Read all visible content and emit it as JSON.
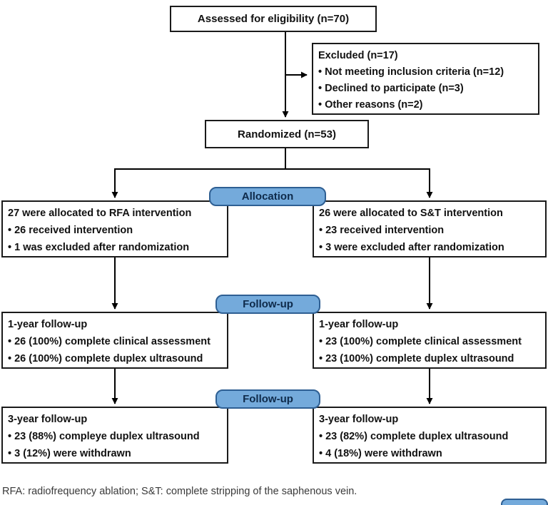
{
  "diagram": {
    "eligibility": {
      "text": "Assessed for eligibility (n=70)"
    },
    "excluded": {
      "title": "Excluded (n=17)",
      "items": [
        "• Not meeting inclusion criteria (n=12)",
        "• Declined to participate (n=3)",
        "• Other reasons (n=2)"
      ]
    },
    "randomized": {
      "text": "Randomized (n=53)"
    },
    "allocation_badge": "Allocation",
    "rfa_allocation": {
      "title": "27 were allocated to RFA intervention",
      "items": [
        "• 26 received intervention",
        "• 1 was excluded after randomization"
      ]
    },
    "st_allocation": {
      "title": "26 were allocated to S&T intervention",
      "items": [
        "• 23 received intervention",
        "• 3 were excluded after randomization"
      ]
    },
    "followup1_badge": "Follow-up",
    "rfa_1yr": {
      "title": "1-year follow-up",
      "items": [
        "• 26 (100%) complete clinical assessment",
        "• 26 (100%) complete duplex ultrasound"
      ]
    },
    "st_1yr": {
      "title": "1-year follow-up",
      "items": [
        "• 23 (100%) complete clinical assessment",
        "• 23 (100%) complete duplex ultrasound"
      ]
    },
    "followup2_badge": "Follow-up",
    "rfa_3yr": {
      "title": "3-year follow-up",
      "items": [
        "• 23 (88%) compleye duplex ultrasound",
        "• 3 (12%) were withdrawn"
      ]
    },
    "st_3yr": {
      "title": "3-year follow-up",
      "items": [
        "• 23 (82%) complete duplex ultrasound",
        "• 4 (18%) were withdrawn"
      ]
    },
    "footer": "RFA: radiofrequency ablation; S&T: complete stripping of the saphenous vein."
  },
  "colors": {
    "badge_fill": "#74aadb",
    "badge_border": "#2e5f93",
    "line": "#000000"
  }
}
